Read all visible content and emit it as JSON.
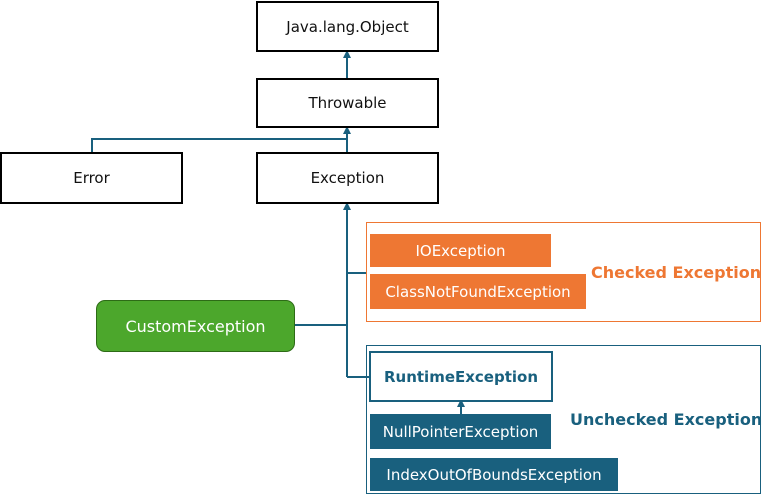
{
  "nodes": {
    "object": "Java.lang.Object",
    "throwable": "Throwable",
    "error": "Error",
    "exception": "Exception",
    "custom": "CustomException",
    "io": "IOException",
    "classnotfound": "ClassNotFoundException",
    "runtime": "RuntimeException",
    "nullpointer": "NullPointerException",
    "indexoutofbounds": "IndexOutOfBoundsException"
  },
  "groups": {
    "checked_label": "Checked  Exception",
    "unchecked_label": "Unchecked  Exception"
  },
  "colors": {
    "connector": "#19607e",
    "checked": "#ee7733",
    "unchecked": "#19607e",
    "custom": "#4ca72c"
  }
}
